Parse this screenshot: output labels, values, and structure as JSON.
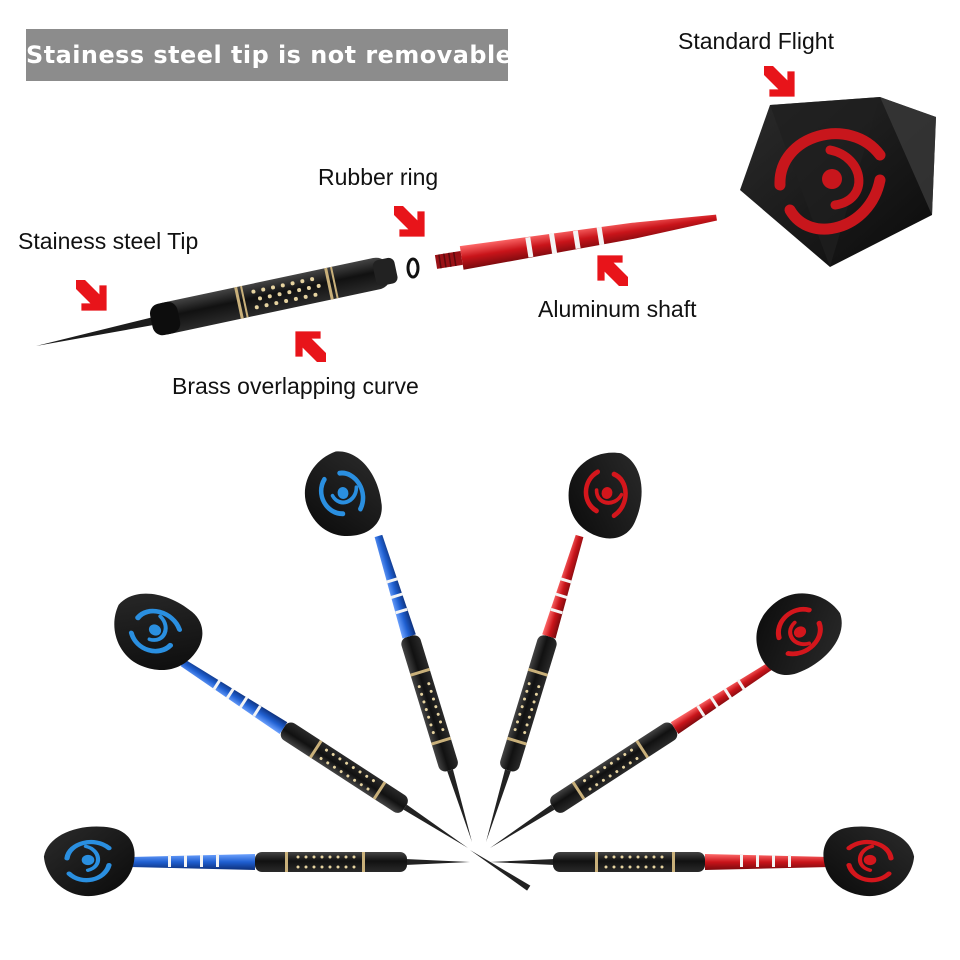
{
  "banner": {
    "text": "Stainess steel tip is not removable"
  },
  "labels": {
    "standard_flight": "Standard Flight",
    "rubber_ring": "Rubber ring",
    "stainless_tip": "Stainess steel Tip",
    "aluminum_shaft": "Aluminum shaft",
    "brass_curve": "Brass overlapping curve"
  },
  "colors": {
    "banner_bg": "#8c8c8c",
    "arrow_red": "#e8141a",
    "shaft_red": "#d4161c",
    "shaft_blue": "#1f5fd0",
    "flight_dark": "#111111",
    "barrel_black": "#1a1a1a",
    "brass_gold": "#b89a5a"
  },
  "darts": [
    {
      "name": "blue-dart-1",
      "color": "blue"
    },
    {
      "name": "blue-dart-2",
      "color": "blue"
    },
    {
      "name": "blue-dart-3",
      "color": "blue"
    },
    {
      "name": "red-dart-1",
      "color": "red"
    },
    {
      "name": "red-dart-2",
      "color": "red"
    },
    {
      "name": "red-dart-3",
      "color": "red"
    }
  ]
}
